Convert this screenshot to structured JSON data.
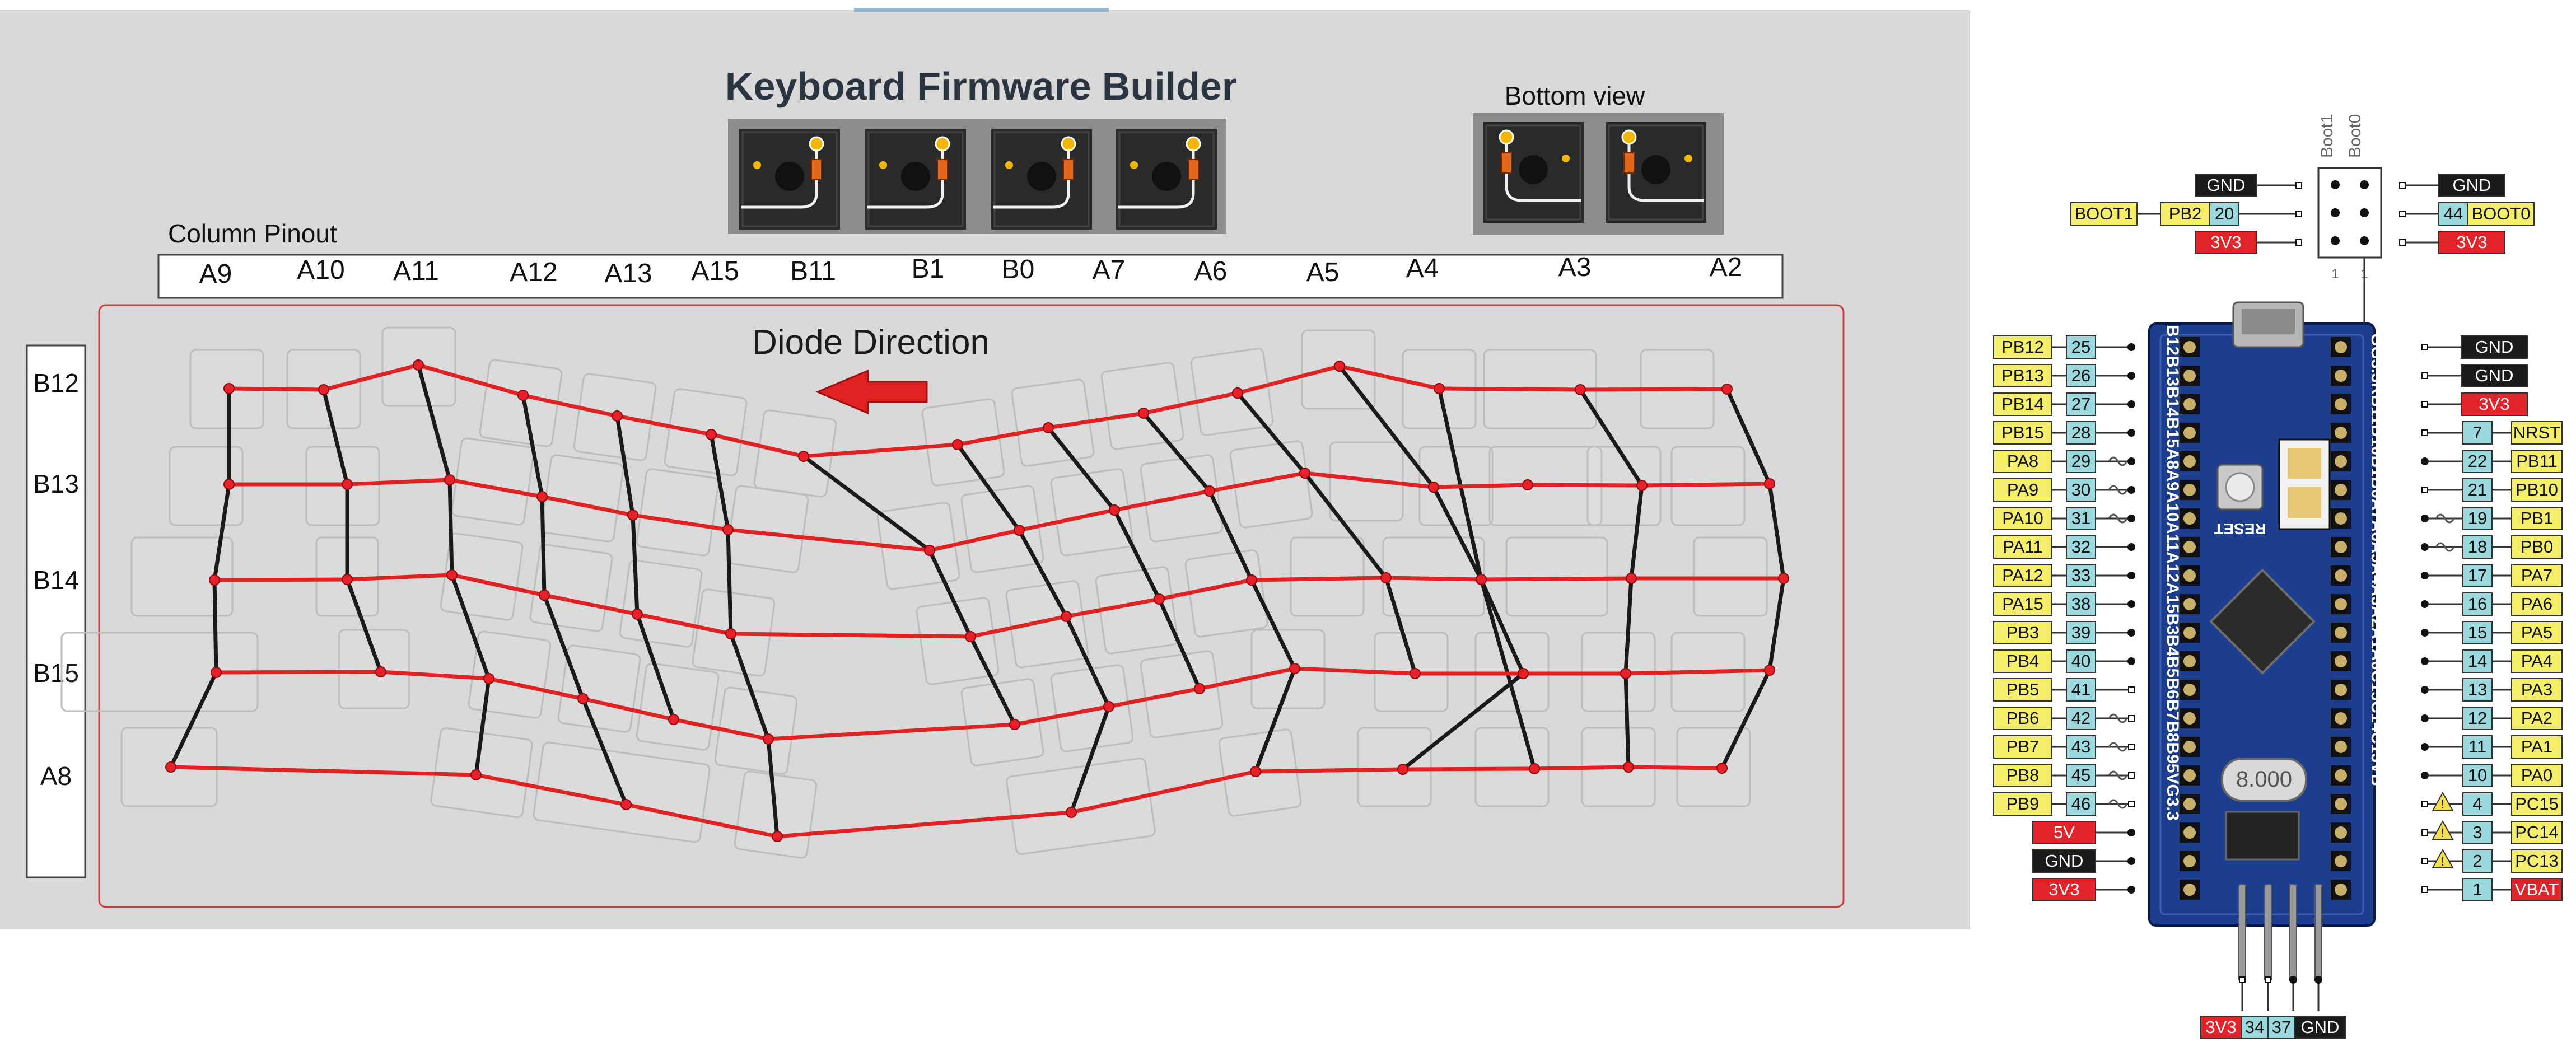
{
  "title": "Keyboard Firmware Builder",
  "bottom_view_label": "Bottom view",
  "column_pinout_label": "Column Pinout",
  "diode_direction_label": "Diode Direction",
  "columns": [
    "A9",
    "A10",
    "A11",
    "A12",
    "A13",
    "A15",
    "B11",
    "B1",
    "B0",
    "A7",
    "A6",
    "A5",
    "A4",
    "A3",
    "A2"
  ],
  "rows": [
    "B12",
    "B13",
    "B14",
    "B15",
    "A8"
  ],
  "colors": {
    "accent_red": "#e02222",
    "panel_grey": "#d9d9d9",
    "title_text": "#2b3441",
    "pin_yellow": "#f4ee6b",
    "pin_cyan": "#9bd9de",
    "pin_red": "#e0242a",
    "pin_black": "#1b1b1b",
    "board_blue": "#1d3d8f"
  },
  "board": {
    "reset_label": "RESET",
    "crystal_label": "8.000",
    "boot_labels": [
      "Boot0",
      "Boot1"
    ],
    "corner_label": "1",
    "left_edge_labels": "B12B13B14B15A8A9A10A11A12A15B3B4B5B6B7B8B95VG3.3",
    "right_edge_labels": "GG3.3RB11B10B1B0A7A6A5A4A3A2A1A0C15C14C13VB",
    "top_header": {
      "left": [
        {
          "func": "",
          "port": "",
          "num": "",
          "power": "GND"
        },
        {
          "func": "BOOT1",
          "port": "PB2",
          "num": "20",
          "power": ""
        },
        {
          "func": "",
          "port": "",
          "num": "",
          "power": "3V3"
        }
      ],
      "right": [
        {
          "power": "GND",
          "num": "",
          "port": "",
          "func": ""
        },
        {
          "power": "",
          "num": "44",
          "port": "",
          "func": "BOOT0"
        },
        {
          "power": "3V3",
          "num": "",
          "port": "",
          "func": ""
        }
      ]
    },
    "left_pins": [
      {
        "port": "PB12",
        "num": "25"
      },
      {
        "port": "PB13",
        "num": "26"
      },
      {
        "port": "PB14",
        "num": "27"
      },
      {
        "port": "PB15",
        "num": "28"
      },
      {
        "port": "PA8",
        "num": "29"
      },
      {
        "port": "PA9",
        "num": "30"
      },
      {
        "port": "PA10",
        "num": "31"
      },
      {
        "port": "PA11",
        "num": "32"
      },
      {
        "port": "PA12",
        "num": "33"
      },
      {
        "port": "PA15",
        "num": "38"
      },
      {
        "port": "PB3",
        "num": "39"
      },
      {
        "port": "PB4",
        "num": "40"
      },
      {
        "port": "PB5",
        "num": "41"
      },
      {
        "port": "PB6",
        "num": "42"
      },
      {
        "port": "PB7",
        "num": "43"
      },
      {
        "port": "PB8",
        "num": "45"
      },
      {
        "port": "PB9",
        "num": "46"
      }
    ],
    "left_power": [
      "5V",
      "GND",
      "3V3"
    ],
    "right_power_top": [
      "GND",
      "GND",
      "3V3"
    ],
    "right_pins": [
      {
        "num": "7",
        "port": "NRST"
      },
      {
        "num": "22",
        "port": "PB11"
      },
      {
        "num": "21",
        "port": "PB10"
      },
      {
        "num": "19",
        "port": "PB1"
      },
      {
        "num": "18",
        "port": "PB0"
      },
      {
        "num": "17",
        "port": "PA7"
      },
      {
        "num": "16",
        "port": "PA6"
      },
      {
        "num": "15",
        "port": "PA5"
      },
      {
        "num": "14",
        "port": "PA4"
      },
      {
        "num": "13",
        "port": "PA3"
      },
      {
        "num": "12",
        "port": "PA2"
      },
      {
        "num": "11",
        "port": "PA1"
      },
      {
        "num": "10",
        "port": "PA0"
      },
      {
        "num": "4",
        "port": "PC15"
      },
      {
        "num": "3",
        "port": "PC14"
      },
      {
        "num": "2",
        "port": "PC13"
      },
      {
        "num": "1",
        "port": "VBAT"
      }
    ],
    "bottom_pins": [
      "3V3",
      "34",
      "37",
      "GND"
    ]
  }
}
